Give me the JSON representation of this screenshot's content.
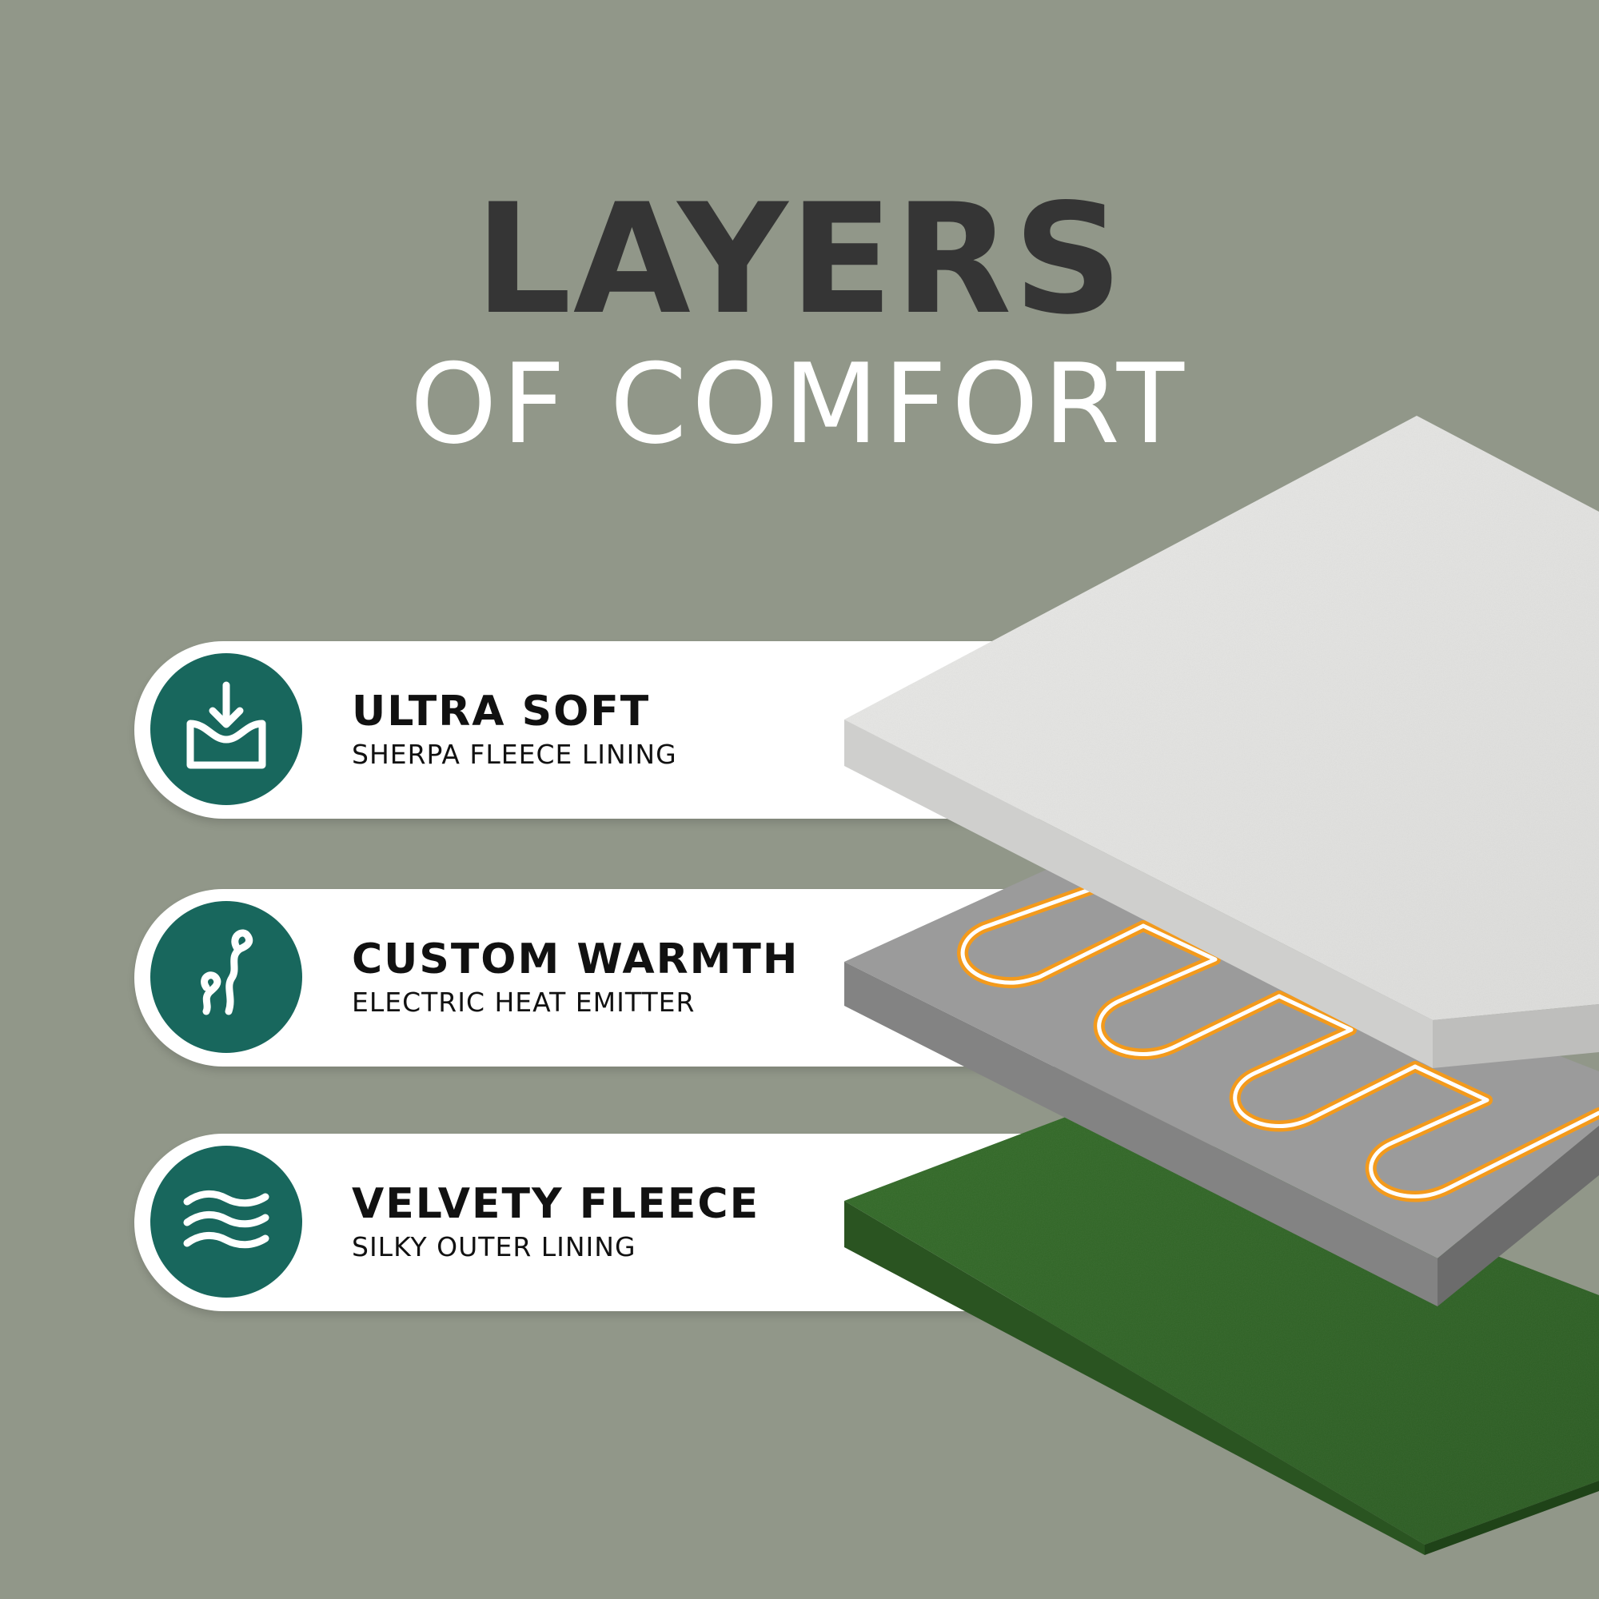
{
  "header": {
    "title": "LAYERS",
    "subtitle": "OF COMFORT"
  },
  "features": [
    {
      "title": "ULTRA SOFT",
      "subtitle": "SHERPA FLEECE LINING",
      "icon": "press-down-icon"
    },
    {
      "title": "CUSTOM WARMTH",
      "subtitle": "ELECTRIC HEAT EMITTER",
      "icon": "heat-waves-icon"
    },
    {
      "title": "VELVETY FLEECE",
      "subtitle": "SILKY OUTER LINING",
      "icon": "wavy-lines-icon"
    }
  ],
  "colors": {
    "background": "#919789",
    "title": "#353535",
    "subtitle": "#ffffff",
    "icon_circle": "#18675d",
    "sherpa_layer": "#e2e2e0",
    "heat_layer": "#9a9a9a",
    "heat_wire": "#f39a1c",
    "fleece_layer": "#2f5e25"
  }
}
